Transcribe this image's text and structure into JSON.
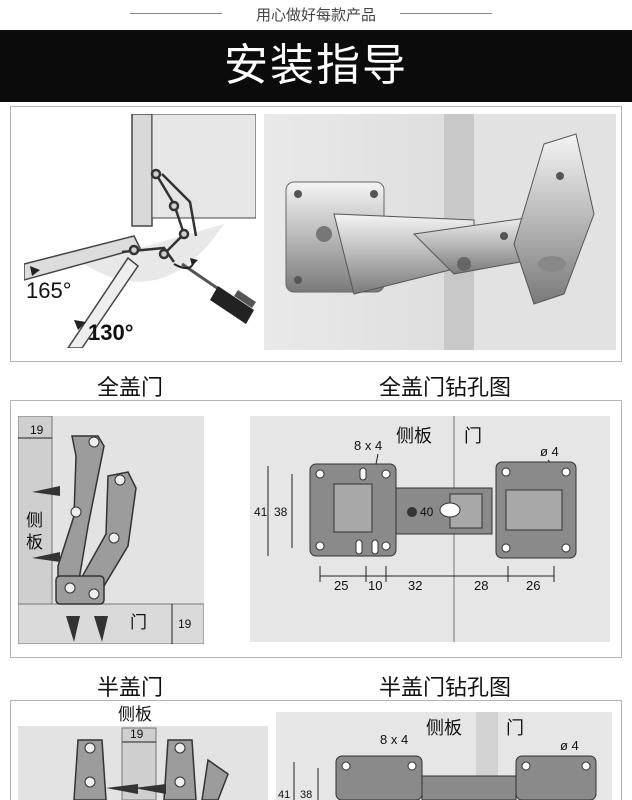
{
  "header": {
    "tagline": "用心做好每款产品",
    "title": "安装指导"
  },
  "install": {
    "angle_165": "165°",
    "angle_130": "130°"
  },
  "full_overlay": {
    "title": "全盖门",
    "dim_19_top": "19",
    "dim_19_bottom": "19",
    "side_panel_label": "侧板",
    "door_label": "门"
  },
  "full_overlay_drill": {
    "title": "全盖门钻孔图",
    "side_panel_label": "侧板",
    "door_label": "门",
    "screw_spec": "8 x 4",
    "hole_spec": "ø 4",
    "dim_41": "41",
    "dim_38": "38",
    "dim_40": "40",
    "dim_25": "25",
    "dim_10": "10",
    "dim_32": "32",
    "dim_28": "28",
    "dim_26": "26"
  },
  "half_overlay": {
    "title": "半盖门",
    "side_panel_label": "侧板",
    "dim_19": "19"
  },
  "half_overlay_drill": {
    "title": "半盖门钻孔图",
    "side_panel_label": "侧板",
    "door_label": "门",
    "screw_spec": "8 x 4",
    "hole_spec": "ø 4",
    "dim_41": "41",
    "dim_38": "38"
  }
}
